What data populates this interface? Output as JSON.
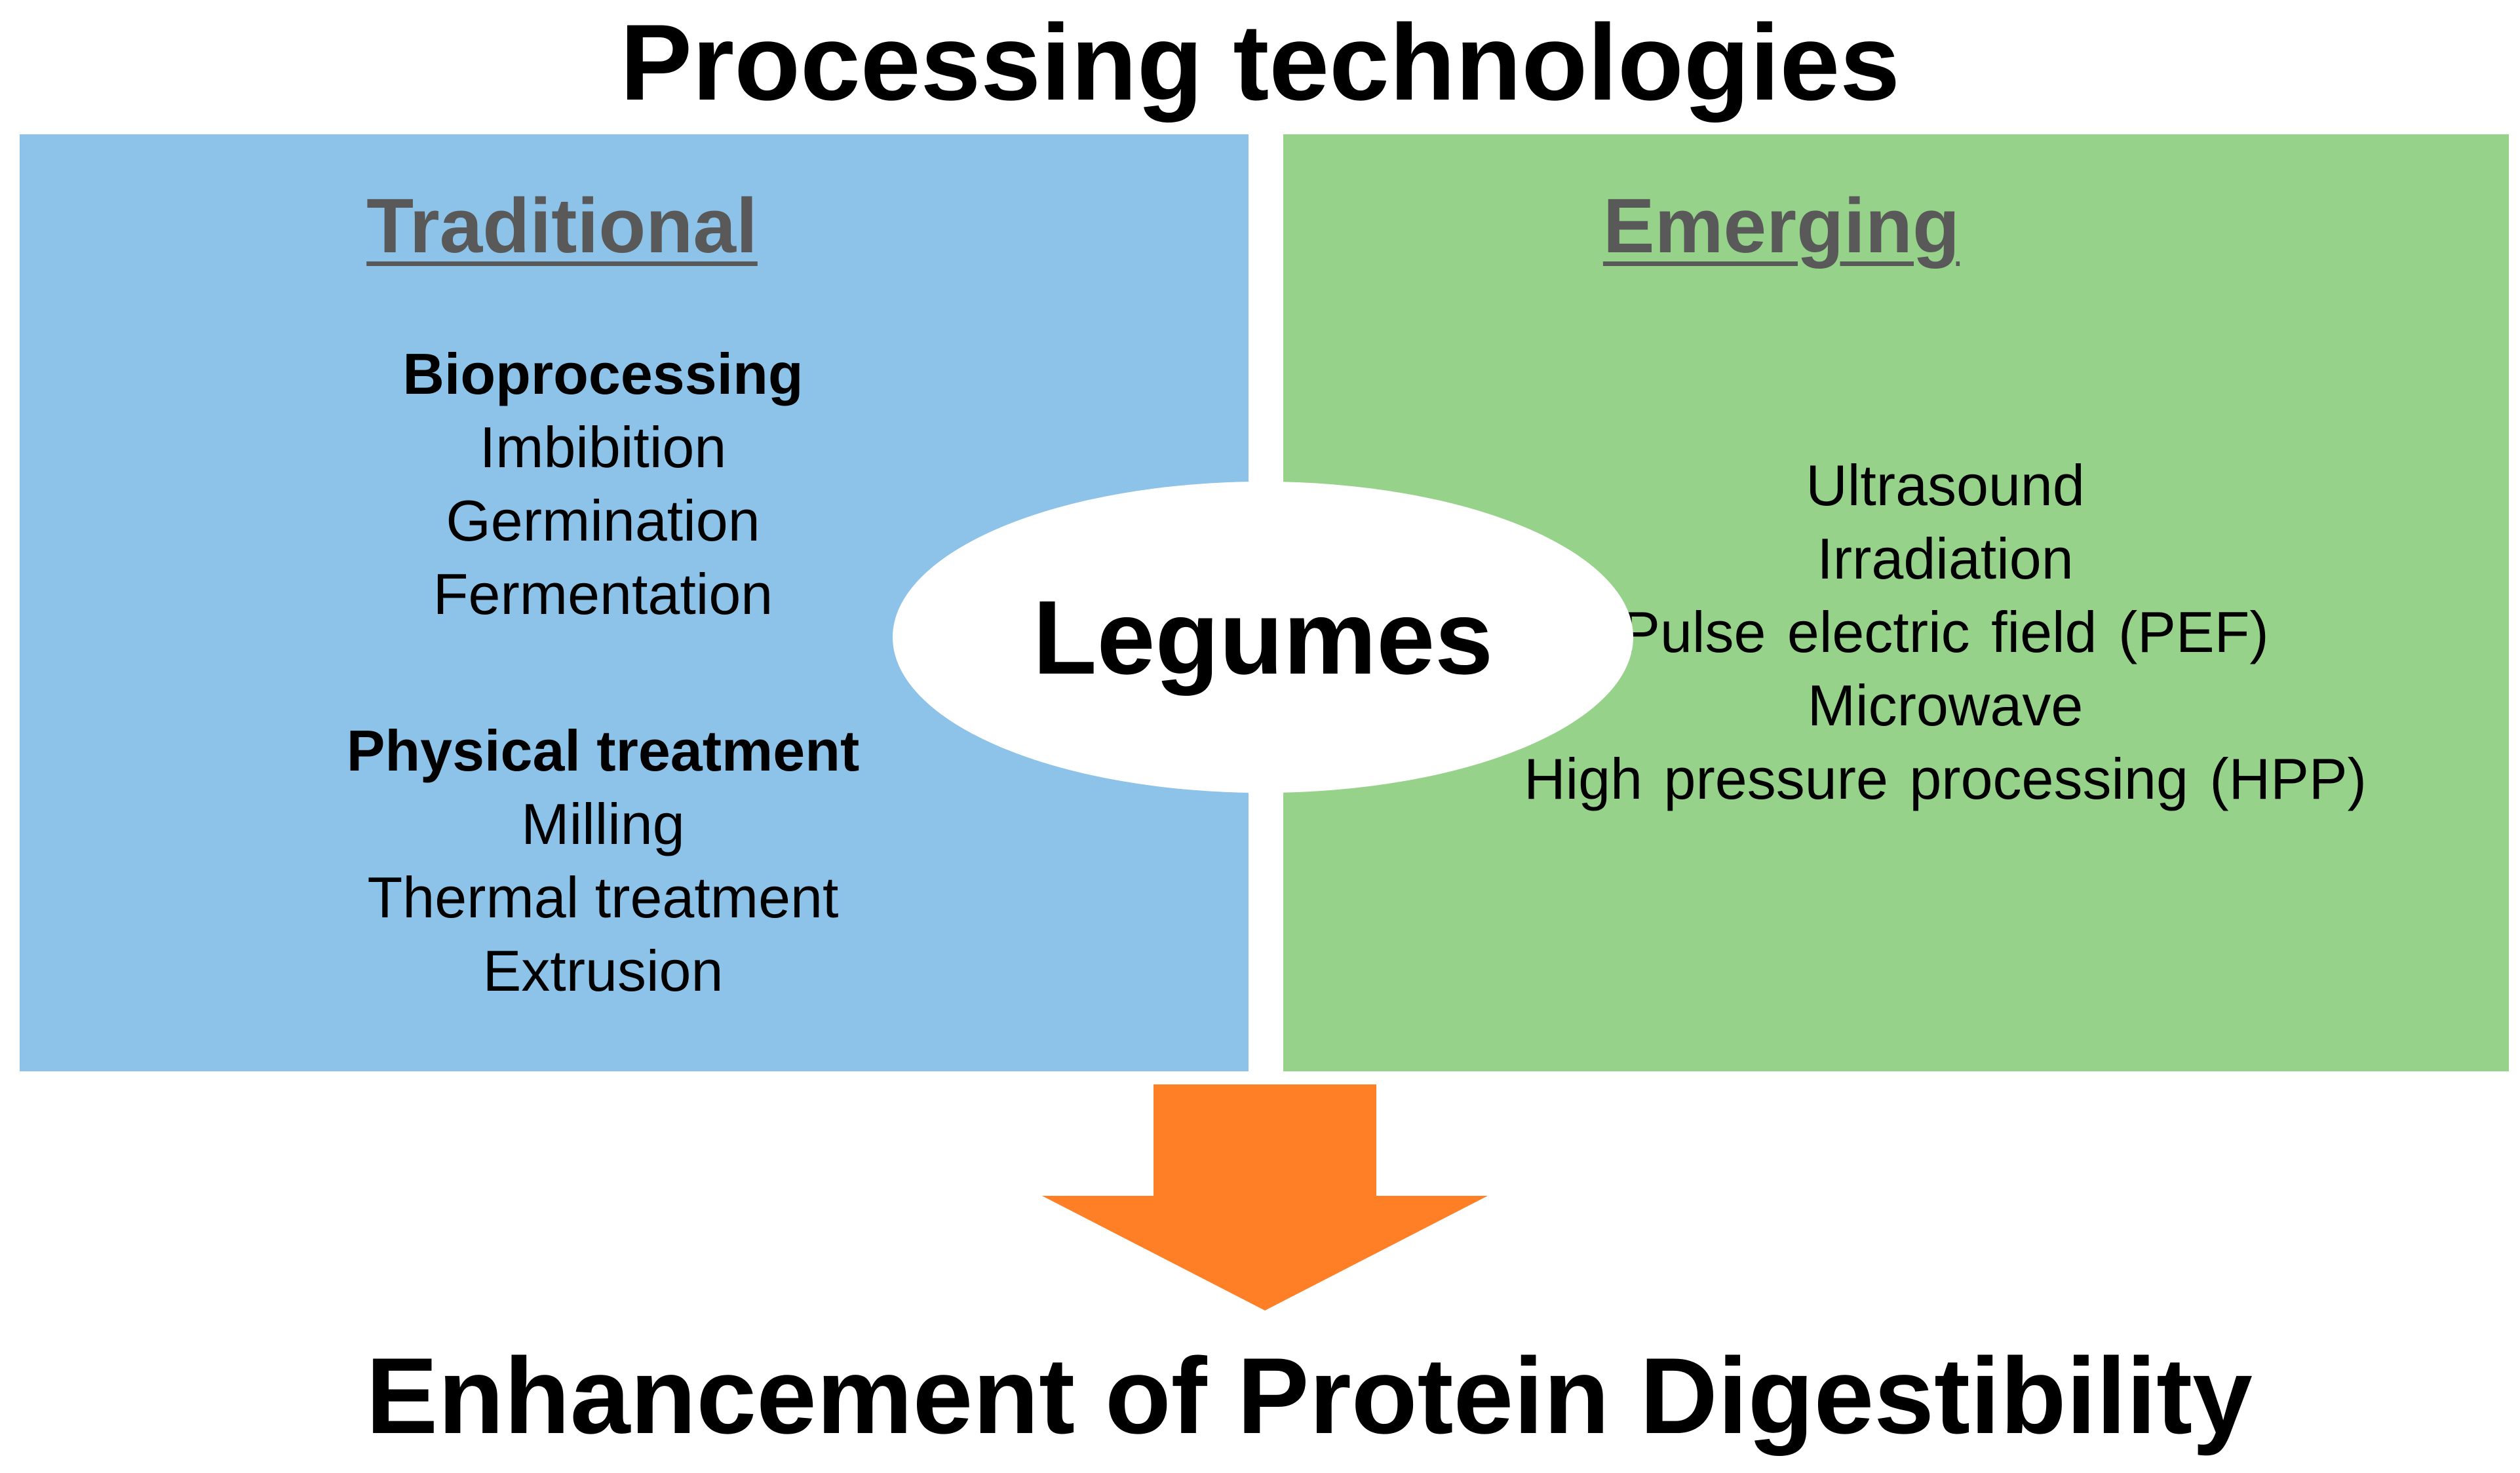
{
  "title": "Processing technologies",
  "center_label": "Legumes",
  "outcome": "Enhancement of Protein Digestibility",
  "colors": {
    "traditional_panel": "#8DC3E8",
    "emerging_panel": "#97D28A",
    "arrow": "#FF7F27",
    "heading_text": "#595959",
    "body_text": "#000000",
    "center_ellipse": "#FFFFFF"
  },
  "traditional": {
    "heading": "Traditional",
    "groups": [
      {
        "title": "Bioprocessing",
        "items": [
          "Imbibition",
          "Germination",
          "Fermentation"
        ]
      },
      {
        "title": "Physical treatment",
        "items": [
          "Milling",
          "Thermal treatment",
          "Extrusion"
        ]
      }
    ]
  },
  "emerging": {
    "heading": "Emerging",
    "items": [
      "Ultrasound",
      "Irradiation",
      "Pulse electric field (PEF)",
      "Microwave",
      "High pressure processing (HPP)"
    ]
  },
  "arrow": {
    "direction": "down",
    "icon": "down-arrow-icon"
  }
}
